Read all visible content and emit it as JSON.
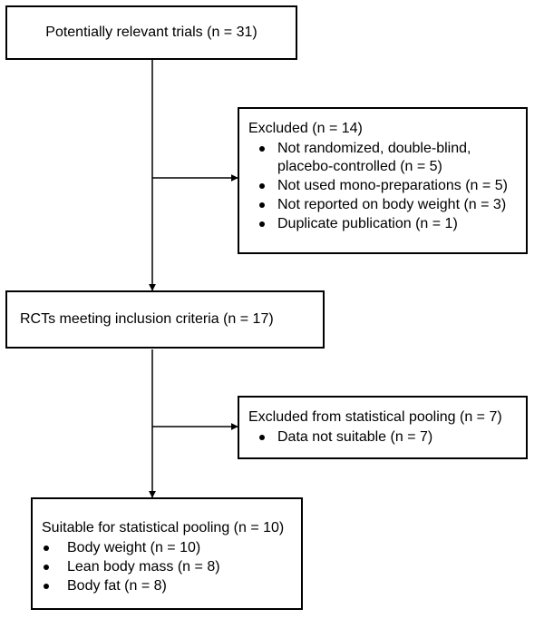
{
  "boxes": {
    "relevant": {
      "title": "Potentially relevant trials (n = 31)"
    },
    "excluded": {
      "title": "Excluded (n = 14)",
      "items": [
        "Not randomized, double-blind,\nplacebo-controlled (n = 5)",
        "Not used mono-preparations (n = 5)",
        "Not reported on body weight (n = 3)",
        "Duplicate publication (n = 1)"
      ]
    },
    "rcts": {
      "title": "RCTs meeting inclusion criteria (n = 17)"
    },
    "excluded_pooling": {
      "title": "Excluded from statistical pooling (n = 7)",
      "items": [
        "Data not suitable (n = 7)"
      ]
    },
    "suitable": {
      "title": "Suitable for statistical pooling (n = 10)",
      "items": [
        "Body weight (n = 10)",
        "Lean body mass (n = 8)",
        "Body fat (n = 8)"
      ]
    }
  }
}
